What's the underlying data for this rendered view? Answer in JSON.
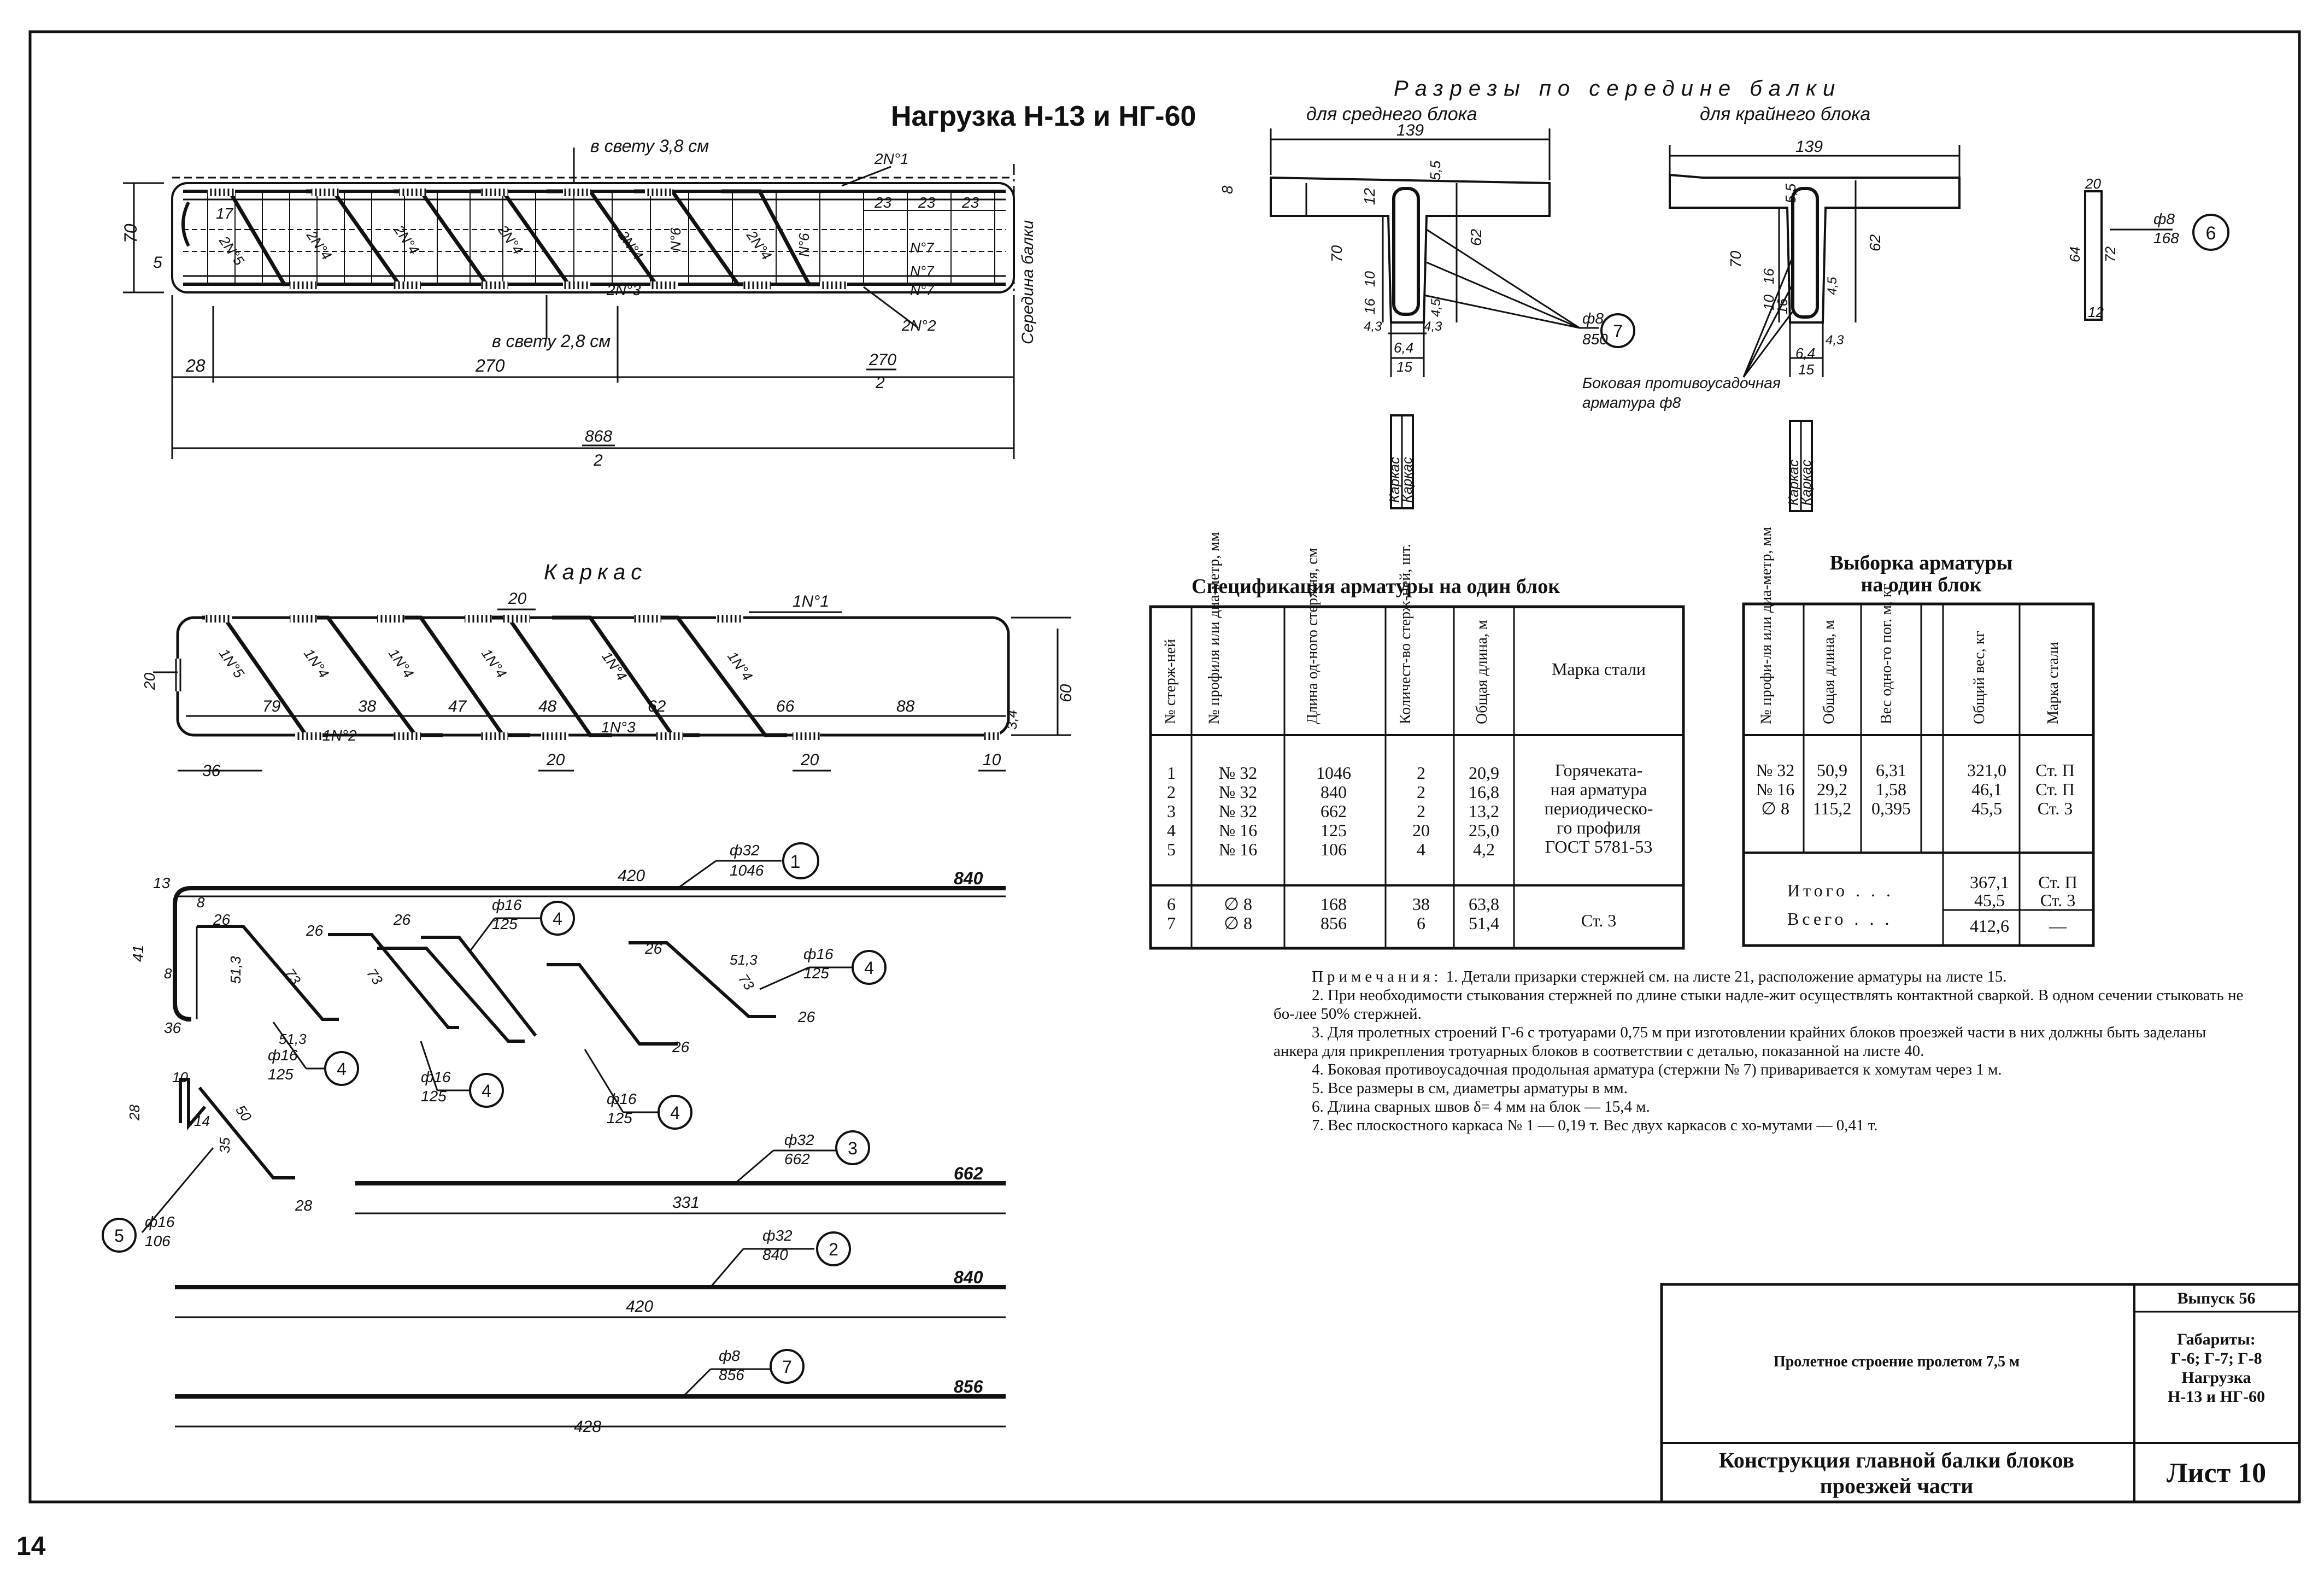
{
  "page_number": "14",
  "main_title": "Нагрузка Н-13 и НГ-60",
  "sections": {
    "title": "Разрезы по середине балки",
    "middle": "для среднего блока",
    "edge": "для крайнего блока",
    "side_note": "Боковая противоусадочная арматура ф8",
    "karkas": "Каркас"
  },
  "beam": {
    "label_top_gap": "в свету 3,8 см",
    "label_bottom_gap": "в свету 2,8 см",
    "beam_mid_label": "Середина балки",
    "dim_70": "70",
    "dim_5": "5",
    "dim_28": "28",
    "dim_270": "270",
    "dim_270_2_num": "270",
    "dim_270_2_den": "2",
    "dim_868_num": "868",
    "dim_868_den": "2",
    "dim_17": "17",
    "dim_23": "23",
    "bar_2N1": "2N°1",
    "bar_2N2": "2N°2",
    "bar_2N3": "2N°3",
    "bar_2N4": "2N°4",
    "bar_2N5": "2N°5",
    "bar_N6": "N°6",
    "bar_N7": "N°7"
  },
  "karkas": {
    "title": "Каркас",
    "dim_20": "20",
    "dim_60": "60",
    "dim_79": "79",
    "dim_38": "38",
    "dim_47": "47",
    "dim_48": "48",
    "dim_62": "62",
    "dim_66": "66",
    "dim_88": "88",
    "dim_36": "36",
    "dim_10": "10",
    "dim_34": "3,4",
    "bar_1N1": "1N°1",
    "bar_1N2": "1N°2",
    "bar_1N3": "1N°3",
    "bar_1N4": "1N°4",
    "bar_1N5": "1N°5"
  },
  "sections_dims": {
    "d139": "139",
    "d8": "8",
    "d12": "12",
    "d55": "5,5",
    "d70": "70",
    "d62": "62",
    "d10": "10",
    "d16": "16",
    "d43": "4,3",
    "d45": "4,5",
    "d64": "6,4",
    "d15": "15",
    "d20": "20",
    "d64b": "64",
    "d72": "72",
    "callout7_top": "ф8",
    "callout7_bot": "850",
    "callout6_top": "ф8",
    "callout6_bot": "168"
  },
  "bars": {
    "b1_top": "ф32",
    "b1_bot": "1046",
    "b1_len": "840",
    "b1_half": "420",
    "d13": "13",
    "d41": "41",
    "d8": "8",
    "d26": "26",
    "d513": "51,3",
    "d73": "73",
    "d36": "36",
    "d28": "28",
    "d10": "10",
    "d14": "14",
    "d50": "50",
    "d35": "35",
    "b4_top": "ф16",
    "b4_bot": "125",
    "b5_top": "ф16",
    "b5_bot": "106",
    "b3_top": "ф32",
    "b3_bot": "662",
    "b3_len": "662",
    "b3_half": "331",
    "b2_top": "ф32",
    "b2_bot": "840",
    "b2_len": "840",
    "b2_half": "420",
    "b7_top": "ф8",
    "b7_bot": "856",
    "b7_len": "856",
    "b7_half": "428",
    "n1": "1",
    "n2": "2",
    "n3": "3",
    "n4": "4",
    "n5": "5",
    "n6": "6",
    "n7": "7"
  },
  "spec": {
    "title": "Спецификация арматуры на один блок",
    "headers": [
      "№ стерж-ней",
      "№ профиля или диа-метр, мм",
      "Длина од-ного стержня, см",
      "Количест-во стерж-ней, шт.",
      "Общая длина, м",
      "Марка стали"
    ],
    "rows": [
      [
        "1",
        "№ 32",
        "1046",
        "2",
        "20,9"
      ],
      [
        "2",
        "№ 32",
        "840",
        "2",
        "16,8"
      ],
      [
        "3",
        "№ 32",
        "662",
        "2",
        "13,2"
      ],
      [
        "4",
        "№ 16",
        "125",
        "20",
        "25,0"
      ],
      [
        "5",
        "№ 16",
        "106",
        "4",
        "4,2"
      ],
      [
        "6",
        "∅ 8",
        "168",
        "38",
        "63,8"
      ],
      [
        "7",
        "∅ 8",
        "856",
        "6",
        "51,4"
      ]
    ],
    "steel_1": [
      "Горячеката-",
      "ная арматура",
      "периодическо-",
      "го профиля",
      "ГОСТ 5781-53"
    ],
    "steel_2": "Ст. 3"
  },
  "vyborka": {
    "title_1": "Выборка арматуры",
    "title_2": "на один блок",
    "headers": [
      "№ профи-ля или диа-метр, мм",
      "Общая длина, м",
      "Вес одно-го пог. м, кг",
      "Общий вес, кг",
      "Марка стали"
    ],
    "rows": [
      [
        "№ 32",
        "50,9",
        "6,31",
        "321,0",
        "Ст. П"
      ],
      [
        "№ 16",
        "29,2",
        "1,58",
        "46,1",
        "Ст. П"
      ],
      [
        "∅ 8",
        "115,2",
        "0,395",
        "45,5",
        "Ст. 3"
      ]
    ],
    "itogo_label": "Итого . . .",
    "vsego_label": "Всего . . .",
    "itogo_1": "367,1",
    "itogo_1_steel": "Ст. П",
    "itogo_2": "45,5",
    "itogo_2_steel": "Ст. 3",
    "vsego": "412,6",
    "vsego_steel": "—"
  },
  "notes": {
    "head": "Примечания:",
    "n1": "1. Детали призарки стержней см. на листе 21, расположение арматуры на листе 15.",
    "n2": "2. При необходимости стыкования стержней по длине стыки надле-жит осуществлять контактной сваркой. В одном сечении стыковать не бо-лее 50% стержней.",
    "n3": "3. Для пролетных строений Г-6 с тротуарами 0,75 м при изготовлении крайних блоков проезжей части в них должны быть заделаны анкера для прикрепления тротуарных блоков в соответствии с деталью, показанной на листе 40.",
    "n4": "4. Боковая противоусадочная продольная арматура (стержни № 7) приваривается к хомутам через 1 м.",
    "n5": "5. Все размеры в см, диаметры арматуры в мм.",
    "n6": "6. Длина сварных швов δ= 4 мм на блок — 15,4 м.",
    "n7": "7. Вес плоскостного каркаса № 1 — 0,19 т. Вес двух каркасов с хо-мутами — 0,41 т."
  },
  "stamp": {
    "issue": "Выпуск 56",
    "gabarity": "Габариты:",
    "gabarity_list": "Г-6; Г-7; Г-8",
    "load_label": "Нагрузка",
    "load_list": "Н-13 и НГ-60",
    "structure": "Пролетное строение пролетом 7,5 м",
    "title_1": "Конструкция главной балки блоков",
    "title_2": "проезжей части",
    "sheet": "Лист 10"
  },
  "colors": {
    "ink": "#111111",
    "paper": "#ffffff"
  }
}
